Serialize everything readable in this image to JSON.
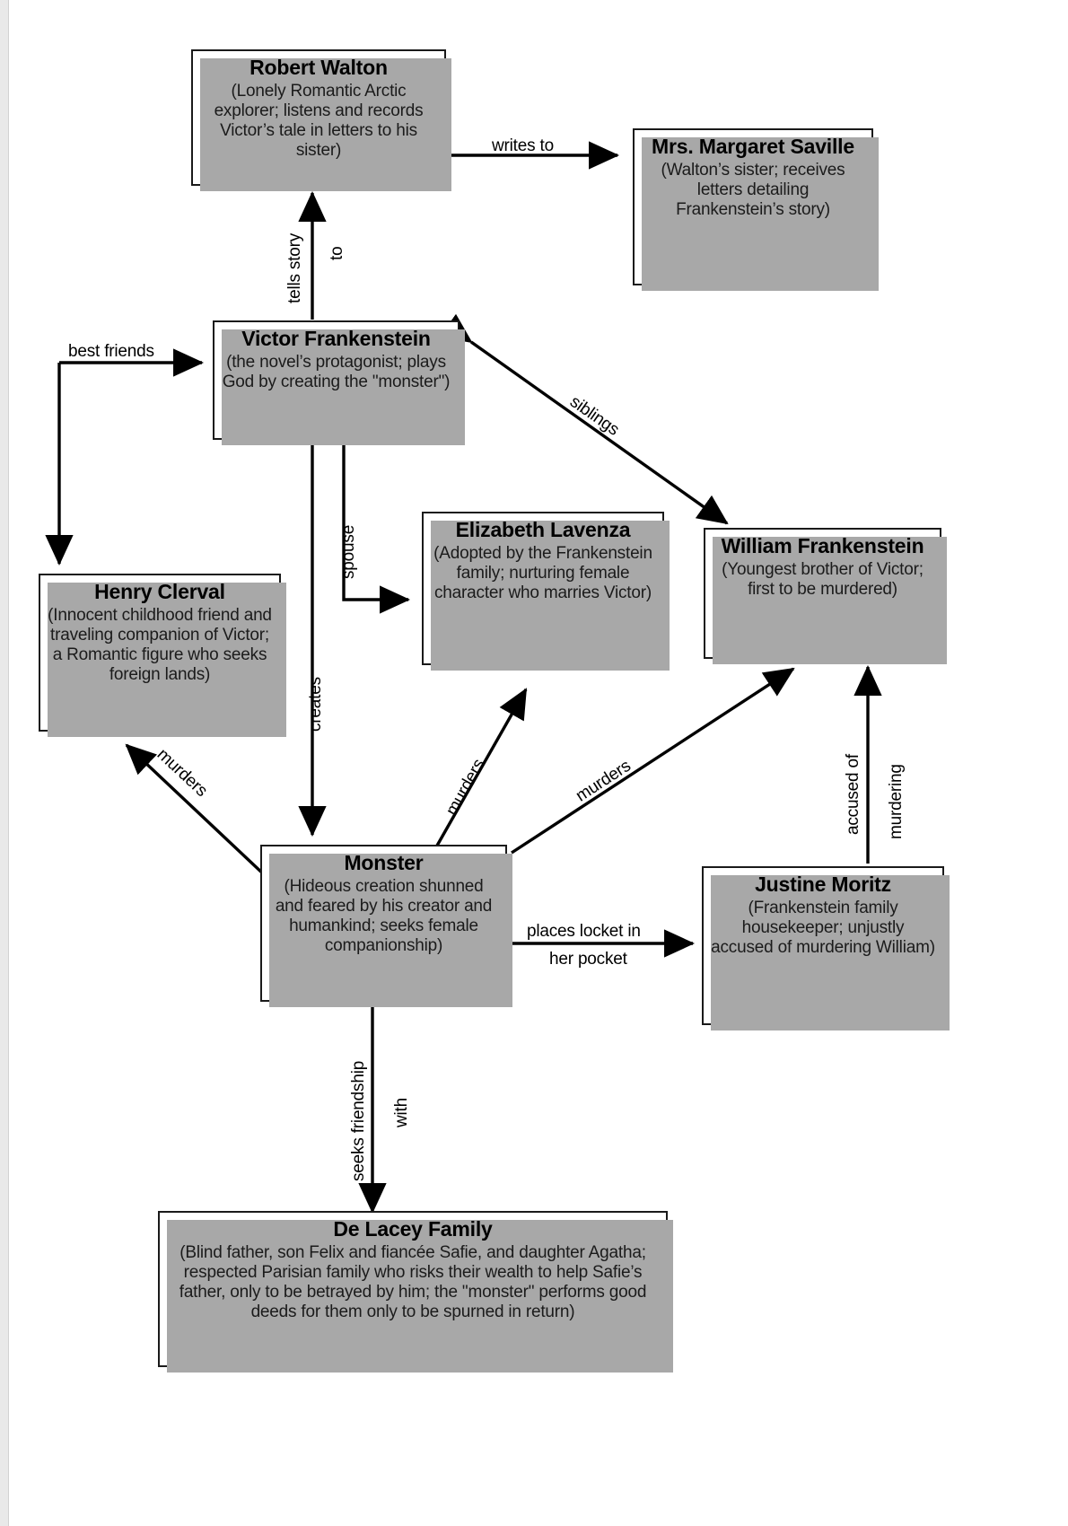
{
  "diagram": {
    "type": "character-relationship-map",
    "source_work": "Frankenstein",
    "nodes": [
      {
        "id": "robert-walton",
        "title": "Robert Walton",
        "desc": "(Lonely Romantic Arctic explorer; listens and records Victor’s tale in letters to his sister)"
      },
      {
        "id": "margaret-saville",
        "title": "Mrs. Margaret Saville",
        "desc": "(Walton’s sister; receives letters detailing Frankenstein’s story)"
      },
      {
        "id": "victor-frankenstein",
        "title": "Victor Frankenstein",
        "desc": "(the novel’s protagonist; plays God by creating the \"monster\")"
      },
      {
        "id": "henry-clerval",
        "title": "Henry Clerval",
        "desc": "(Innocent childhood friend and traveling companion of Victor; a Romantic figure who seeks foreign lands)"
      },
      {
        "id": "elizabeth-lavenza",
        "title": "Elizabeth Lavenza",
        "desc": "(Adopted by the Frankenstein family; nurturing female character who marries Victor)"
      },
      {
        "id": "william-frankenstein",
        "title": "William Frankenstein",
        "desc": "(Youngest brother of Victor; first to be murdered)"
      },
      {
        "id": "monster",
        "title": "Monster",
        "desc": "(Hideous creation shunned and feared by his creator and humankind; seeks female companionship)"
      },
      {
        "id": "justine-moritz",
        "title": "Justine Moritz",
        "desc": "(Frankenstein family housekeeper; unjustly accused of murdering William)"
      },
      {
        "id": "de-lacey-family",
        "title": "De Lacey Family",
        "desc": "(Blind father, son Felix and fiancée Safie, and daughter Agatha; respected Parisian family who risks their wealth to help Safie’s father, only to be betrayed by him; the \"monster\" performs good deeds for them only to be spurned in return)"
      }
    ],
    "edges": [
      {
        "id": "walton-to-saville",
        "from": "robert-walton",
        "to": "margaret-saville",
        "label": "writes to"
      },
      {
        "id": "victor-to-walton",
        "from": "victor-frankenstein",
        "to": "robert-walton",
        "label": "tells story",
        "label2": "to"
      },
      {
        "id": "victor-to-clerval",
        "from": "victor-frankenstein",
        "to": "henry-clerval",
        "label": "best friends"
      },
      {
        "id": "victor-to-elizabeth",
        "from": "victor-frankenstein",
        "to": "elizabeth-lavenza",
        "label": "spouse"
      },
      {
        "id": "victor-to-william",
        "from": "victor-frankenstein",
        "to": "william-frankenstein",
        "label": "siblings"
      },
      {
        "id": "victor-creates",
        "from": "victor-frankenstein",
        "to": "monster",
        "label": "creates"
      },
      {
        "id": "monster-kills-henry",
        "from": "monster",
        "to": "henry-clerval",
        "label": "murders"
      },
      {
        "id": "monster-kills-eliz",
        "from": "monster",
        "to": "elizabeth-lavenza",
        "label": "murders"
      },
      {
        "id": "monster-kills-will",
        "from": "monster",
        "to": "william-frankenstein",
        "label": "murders"
      },
      {
        "id": "monster-locket",
        "from": "monster",
        "to": "justine-moritz",
        "label": "places locket in",
        "label2": "her pocket"
      },
      {
        "id": "justine-accused",
        "from": "justine-moritz",
        "to": "william-frankenstein",
        "label": "accused of",
        "label2": "murdering"
      },
      {
        "id": "monster-delacey",
        "from": "monster",
        "to": "de-lacey-family",
        "label": "seeks friendship",
        "label2": "with"
      }
    ],
    "colors": {
      "box_border": "#1a1a1a",
      "box_fill": "#ffffff",
      "shadow": "#a8a8a8",
      "line": "#000000",
      "page_edge": "#e9e9e9"
    }
  }
}
